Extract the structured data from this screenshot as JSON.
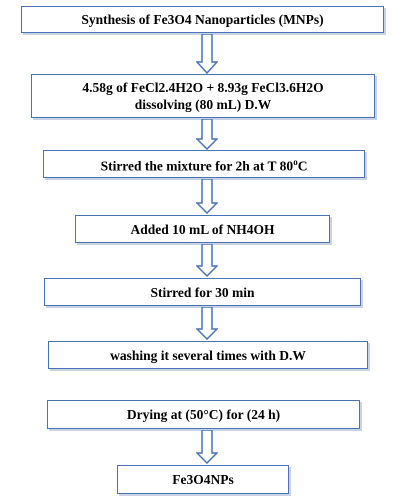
{
  "flowchart": {
    "steps": [
      {
        "line1": "Synthesis of Fe3O4 Nanoparticles (MNPs)"
      },
      {
        "line1": "4.58g of FeCl2.4H2O + 8.93g FeCl3.6H2O",
        "line2": "dissolving (80 mL) D.W"
      },
      {
        "line1": "Stirred the mixture for 2h at T 80",
        "sup": "o",
        "tail": "C"
      },
      {
        "line1": "Added 10 mL of NH4OH"
      },
      {
        "line1": "Stirred for 30 min"
      },
      {
        "line1": "washing it several times with D.W"
      },
      {
        "line1": "Drying at (50°C) for (24 h)"
      },
      {
        "line1": "Fe3O4NPs"
      }
    ],
    "colors": {
      "border": "#4a73b5",
      "arrow_outline": "#4a73b5",
      "arrow_fill": "#ffffff"
    }
  }
}
